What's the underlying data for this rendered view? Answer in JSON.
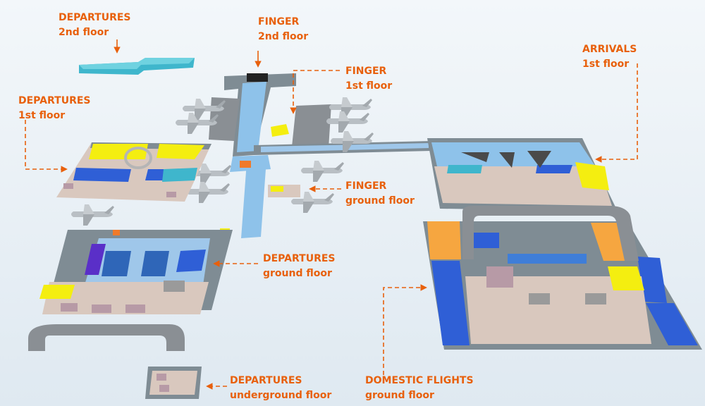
{
  "labels": {
    "departures_2nd": {
      "line1": "DEPARTURES",
      "line2": "2nd floor"
    },
    "finger_2nd": {
      "line1": "FINGER",
      "line2": "2nd floor"
    },
    "finger_1st": {
      "line1": "FINGER",
      "line2": "1st floor"
    },
    "arrivals_1st": {
      "line1": "ARRIVALS",
      "line2": "1st floor"
    },
    "departures_1st": {
      "line1": "DEPARTURES",
      "line2": "1st floor"
    },
    "finger_ground": {
      "line1": "FINGER",
      "line2": "ground floor"
    },
    "departures_ground": {
      "line1": "DEPARTURES",
      "line2": "ground floor"
    },
    "domestic_ground": {
      "line1": "DOMESTIC FLIGHTS",
      "line2": "ground floor"
    },
    "departures_underground": {
      "line1": "DEPARTURES",
      "line2": "underground floor"
    }
  },
  "colors": {
    "label": "#e8600c",
    "floor": "#d9c8be",
    "wall": "#7f8c94",
    "gate_area": "#9fc7ea",
    "yellow": "#f4ee10",
    "blue": "#2f5fd6",
    "orange": "#f6a640",
    "road": "#8a8f94"
  }
}
